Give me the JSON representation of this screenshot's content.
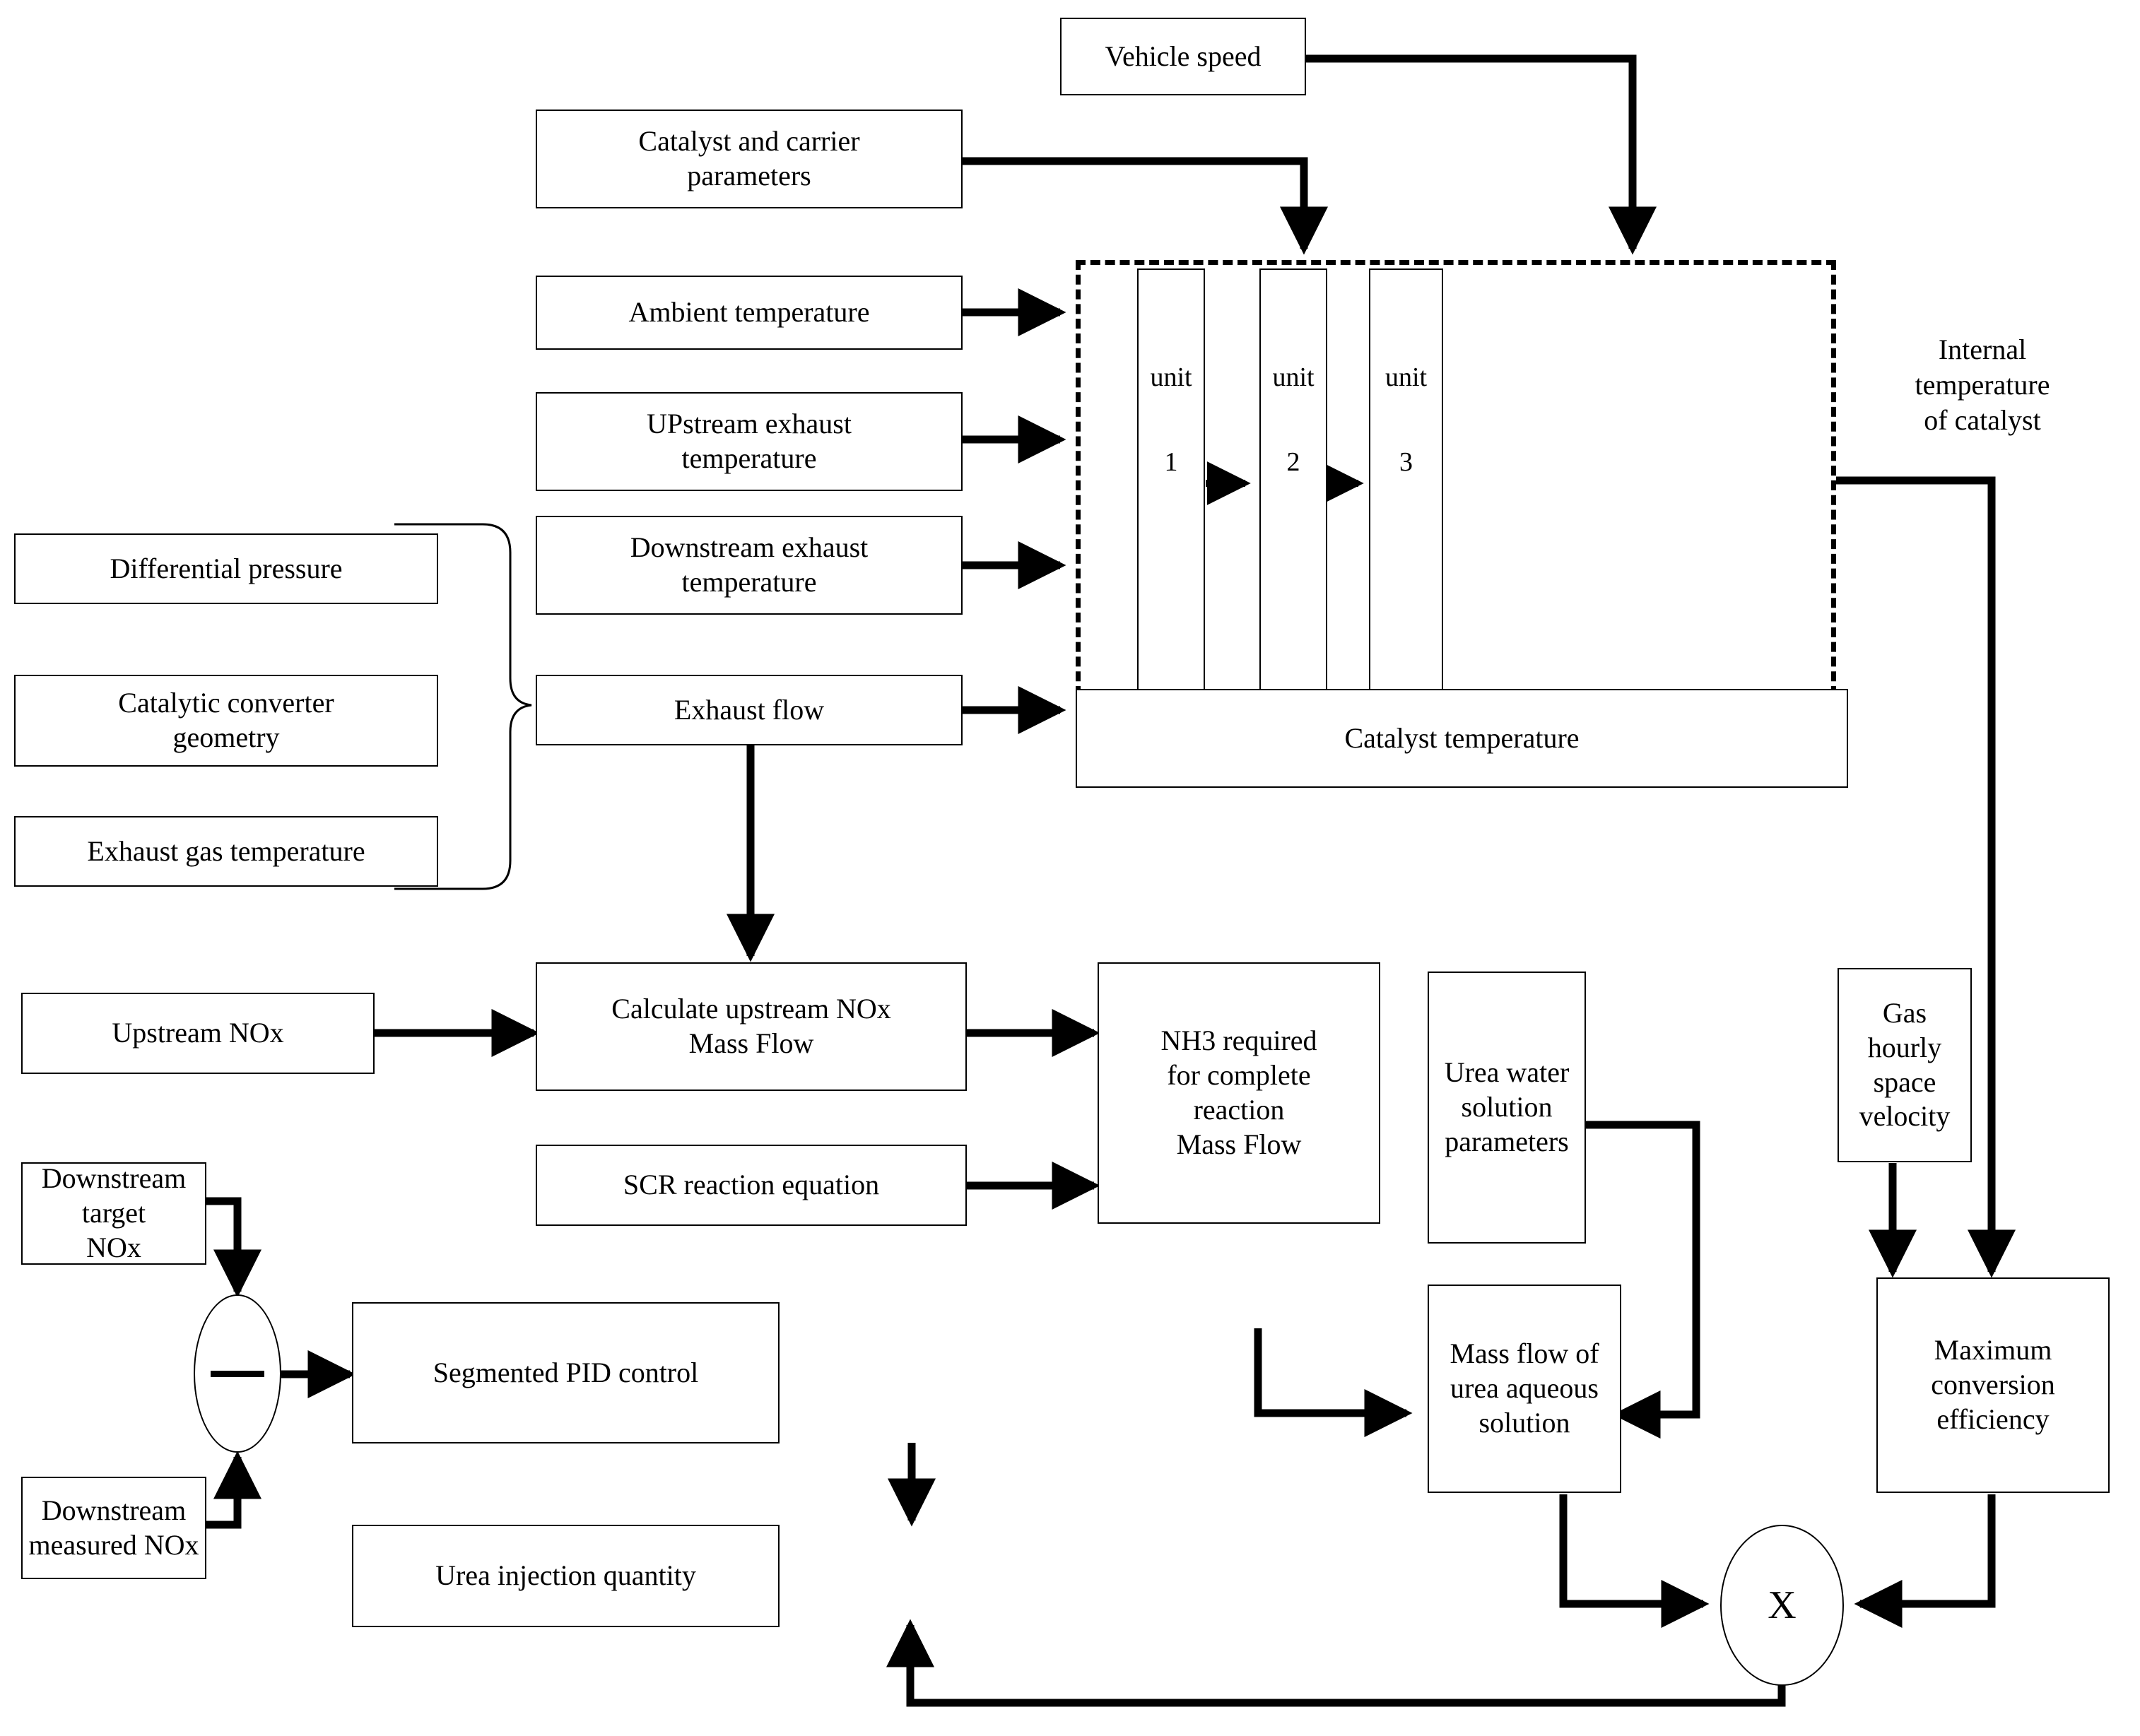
{
  "diagram": {
    "title": "SCR urea injection control flow diagram",
    "type": "flowchart",
    "stroke_color": "#000000",
    "background_color": "#ffffff"
  },
  "nodes": {
    "vehicle_speed": "Vehicle speed",
    "catalyst_carrier": "Catalyst and carrier\nparameters",
    "ambient_temperature": "Ambient temperature",
    "upstream_exhaust_temperature": "UPstream exhaust\ntemperature",
    "downstream_exhaust_temperature": "Downstream exhaust\ntemperature",
    "exhaust_flow": "Exhaust flow",
    "differential_pressure": "Differential pressure",
    "catalytic_converter_geometry": "Catalytic converter\ngeometry",
    "exhaust_gas_temperature": "Exhaust gas temperature",
    "catalyst_temperature": "Catalyst temperature",
    "internal_temperature_of_catalyst": "Internal\ntemperature\nof catalyst",
    "unit_1_label": "unit",
    "unit_1_number": "1",
    "unit_2_label": "unit",
    "unit_2_number": "2",
    "unit_3_label": "unit",
    "unit_3_number": "3",
    "upstream_nox": "Upstream NOx",
    "calculate_upstream_nox_mass_flow": "Calculate upstream NOx\nMass Flow",
    "scr_reaction_equation": "SCR reaction equation",
    "nh3_required": "NH3 required\nfor complete\nreaction\nMass Flow",
    "urea_water_solution_parameters": "Urea water\nsolution\nparameters",
    "mass_flow_urea_aqueous_solution": "Mass flow of\nurea aqueous\nsolution",
    "gas_hourly_space_velocity": "Gas\nhourly\nspace\nvelocity",
    "maximum_conversion_efficiency": "Maximum\nconversion\nefficiency",
    "downstream_target_nox": "Downstream target\nNOx",
    "downstream_measured_nox": "Downstream\nmeasured NOx",
    "segmented_pid_control": "Segmented PID control",
    "urea_injection_quantity": "Urea injection quantity",
    "subtract_operator": "—",
    "multiply_operator": "X"
  }
}
